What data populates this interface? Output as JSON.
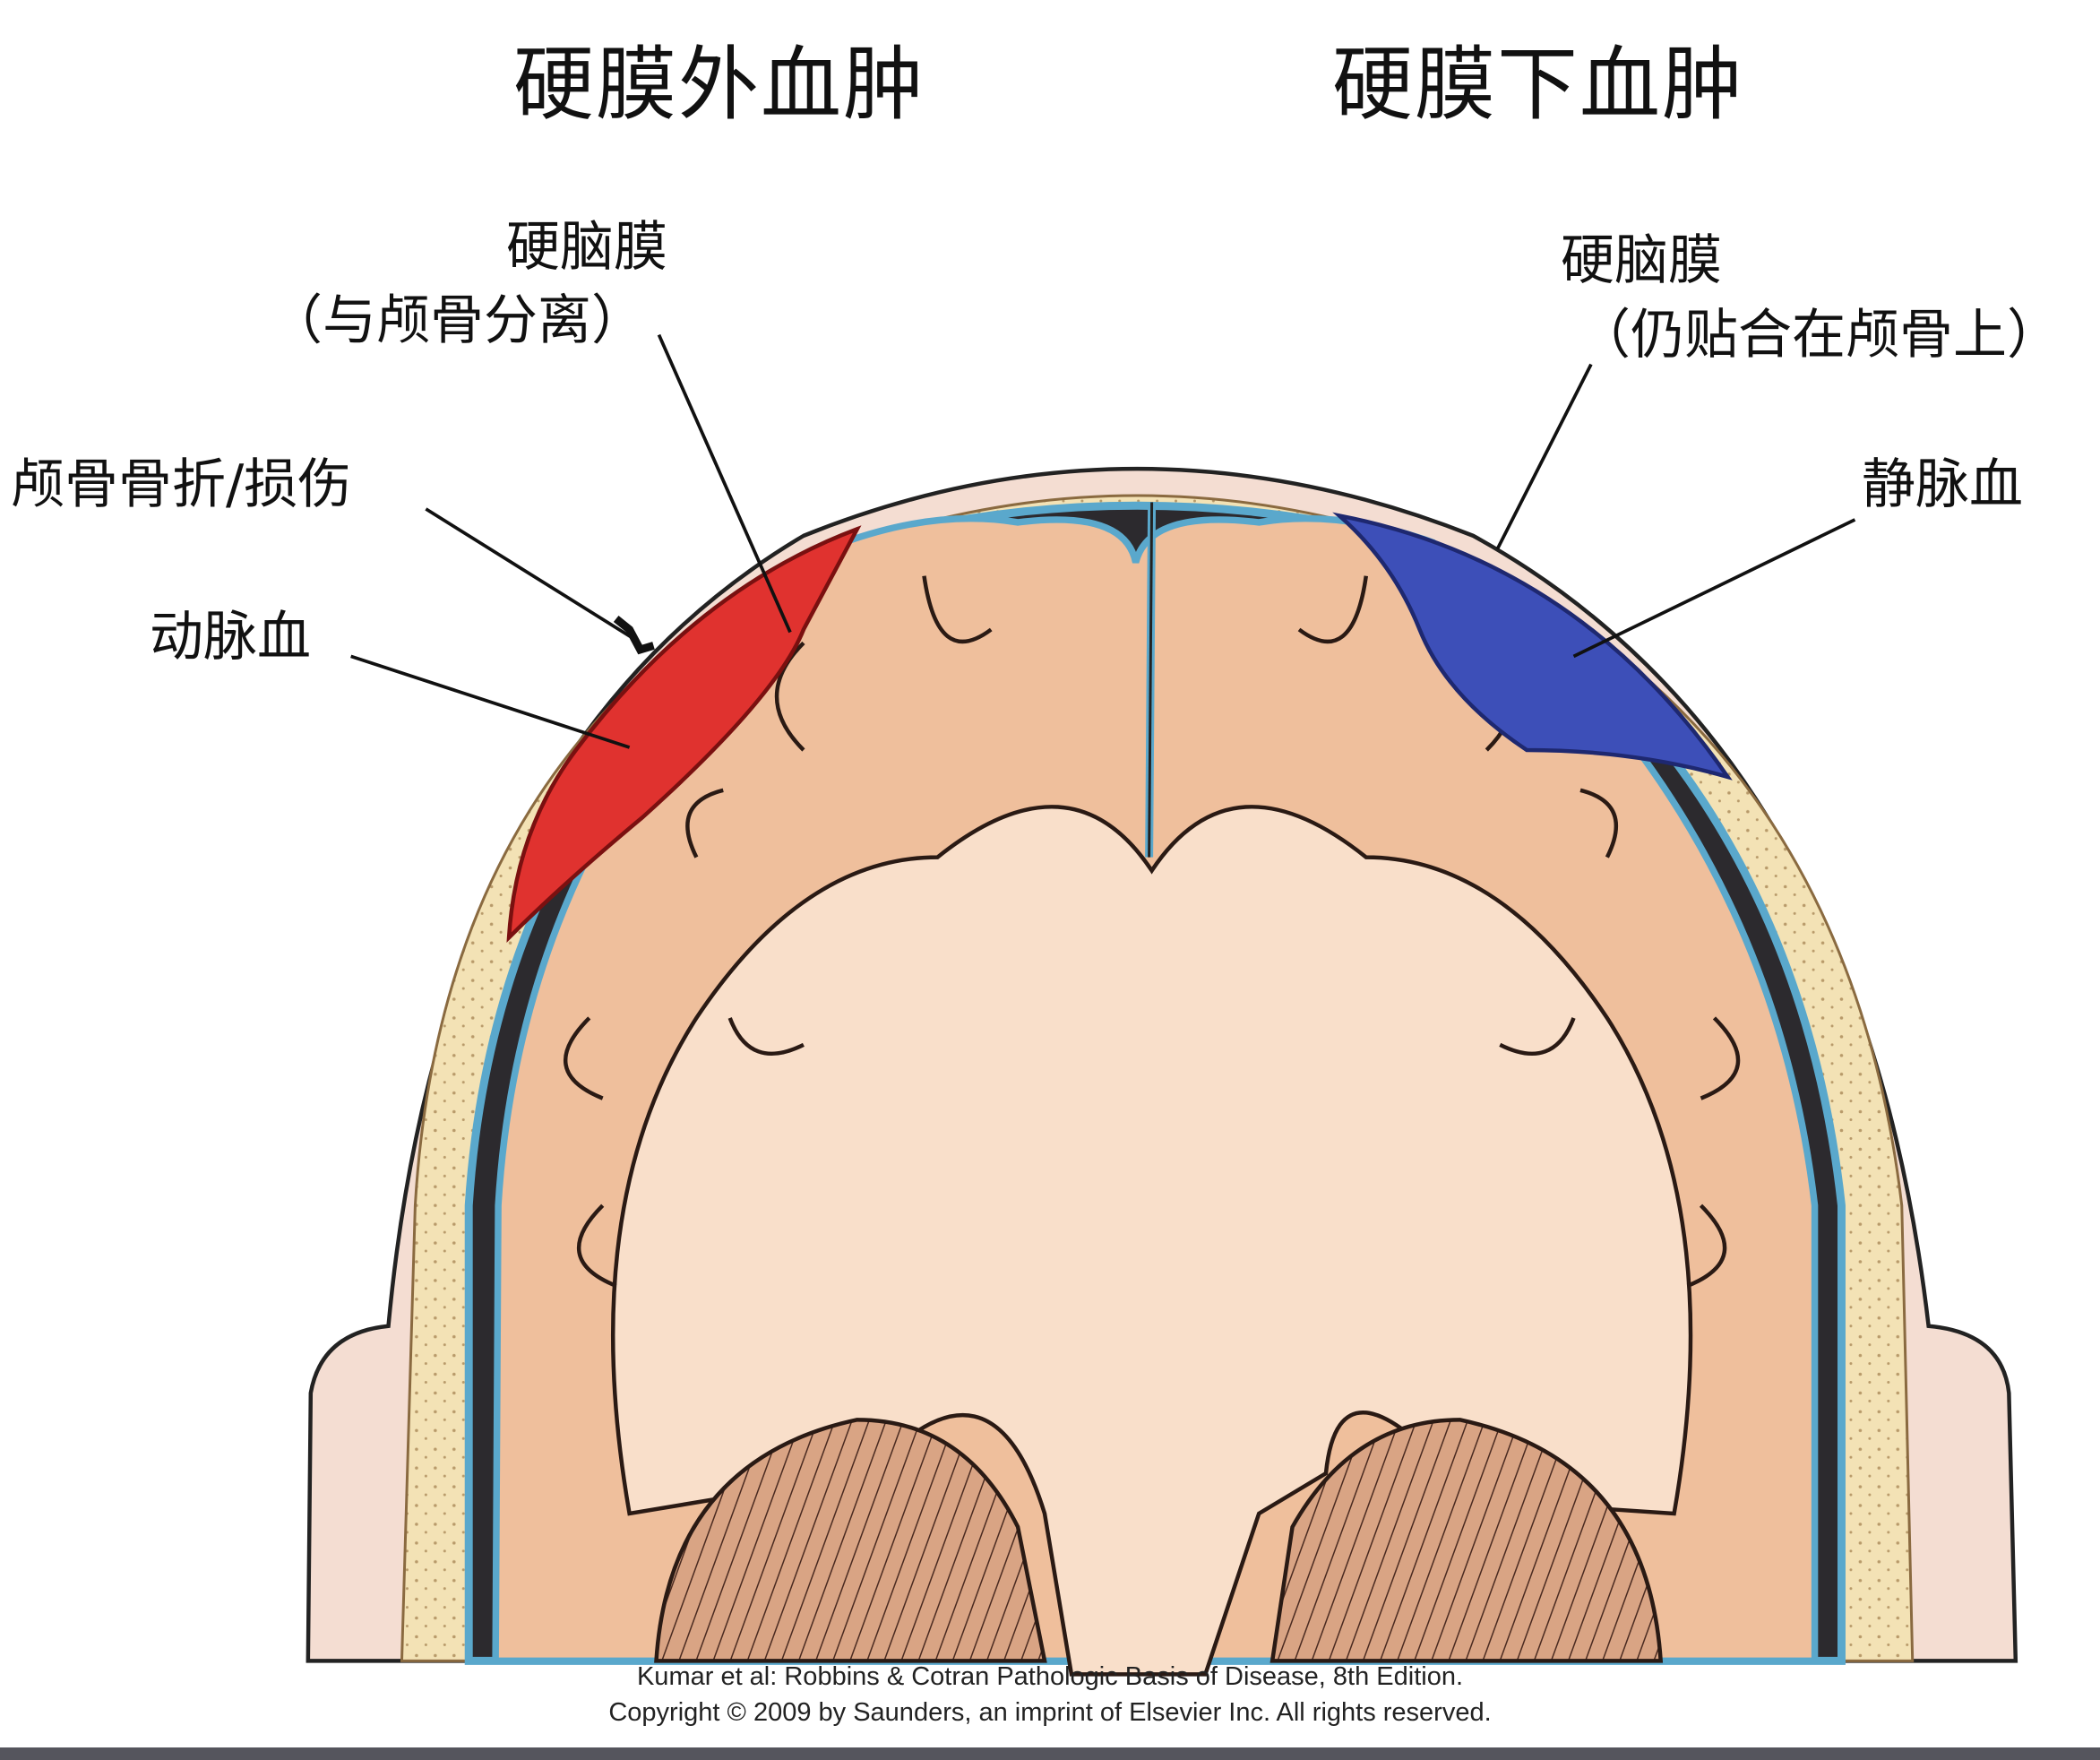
{
  "titles": {
    "left": "硬膜外血肿",
    "right": "硬膜下血肿"
  },
  "labels": {
    "dura_left": "硬脑膜",
    "dura_left_note": "（与颅骨分离）",
    "skull_fracture": "颅骨骨折/损伤",
    "arterial_blood": "动脉血",
    "dura_right": "硬脑膜",
    "dura_right_note": "（仍贴合在颅骨上）",
    "venous_blood": "静脉血"
  },
  "caption": {
    "line1": "Kumar et al: Robbins & Cotran Pathologic Basis of Disease, 8th Edition.",
    "line2": "Copyright © 2009 by Saunders, an imprint of Elsevier Inc. All rights reserved."
  },
  "colors": {
    "scalp": "#f4ddd2",
    "skull": "#f3e2b5",
    "dura": "#5aa8cc",
    "brain": "#efbf9c",
    "white_matter": "#f9dfca",
    "epidural_blood": "#e0322f",
    "subdural_blood": "#3d4fb8",
    "cerebellum": "#d9a484"
  }
}
